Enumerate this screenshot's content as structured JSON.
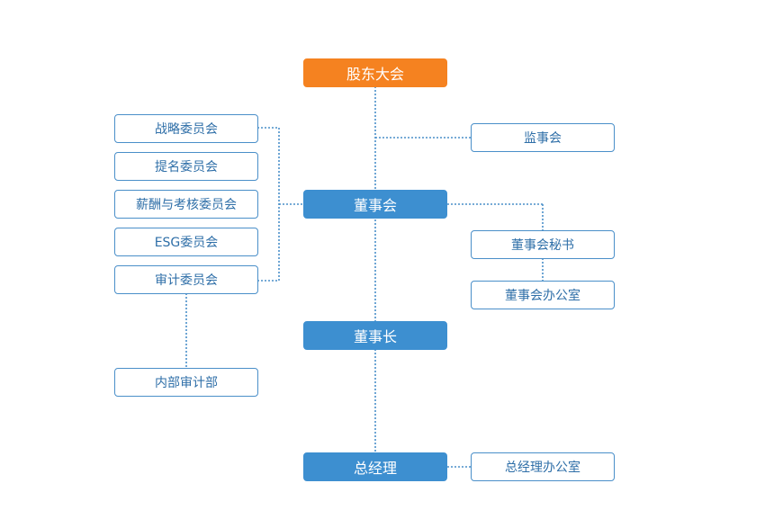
{
  "nodes": {
    "shareholders_meeting": "股东大会",
    "supervisory_board": "监事会",
    "board_of_directors": "董事会",
    "board_secretary": "董事会秘书",
    "board_office": "董事会办公室",
    "chairman": "董事长",
    "general_manager": "总经理",
    "gm_office": "总经理办公室",
    "internal_audit": "内部审计部",
    "committees": [
      "战略委员会",
      "提名委员会",
      "薪酬与考核委员会",
      "ESG委员会",
      "审计委员会"
    ]
  },
  "colors": {
    "top": "#f58220",
    "primary": "#3d8fd0",
    "outline_border": "#4a8fc9",
    "outline_text": "#2f6fa8",
    "connector": "#4a8fc9"
  }
}
